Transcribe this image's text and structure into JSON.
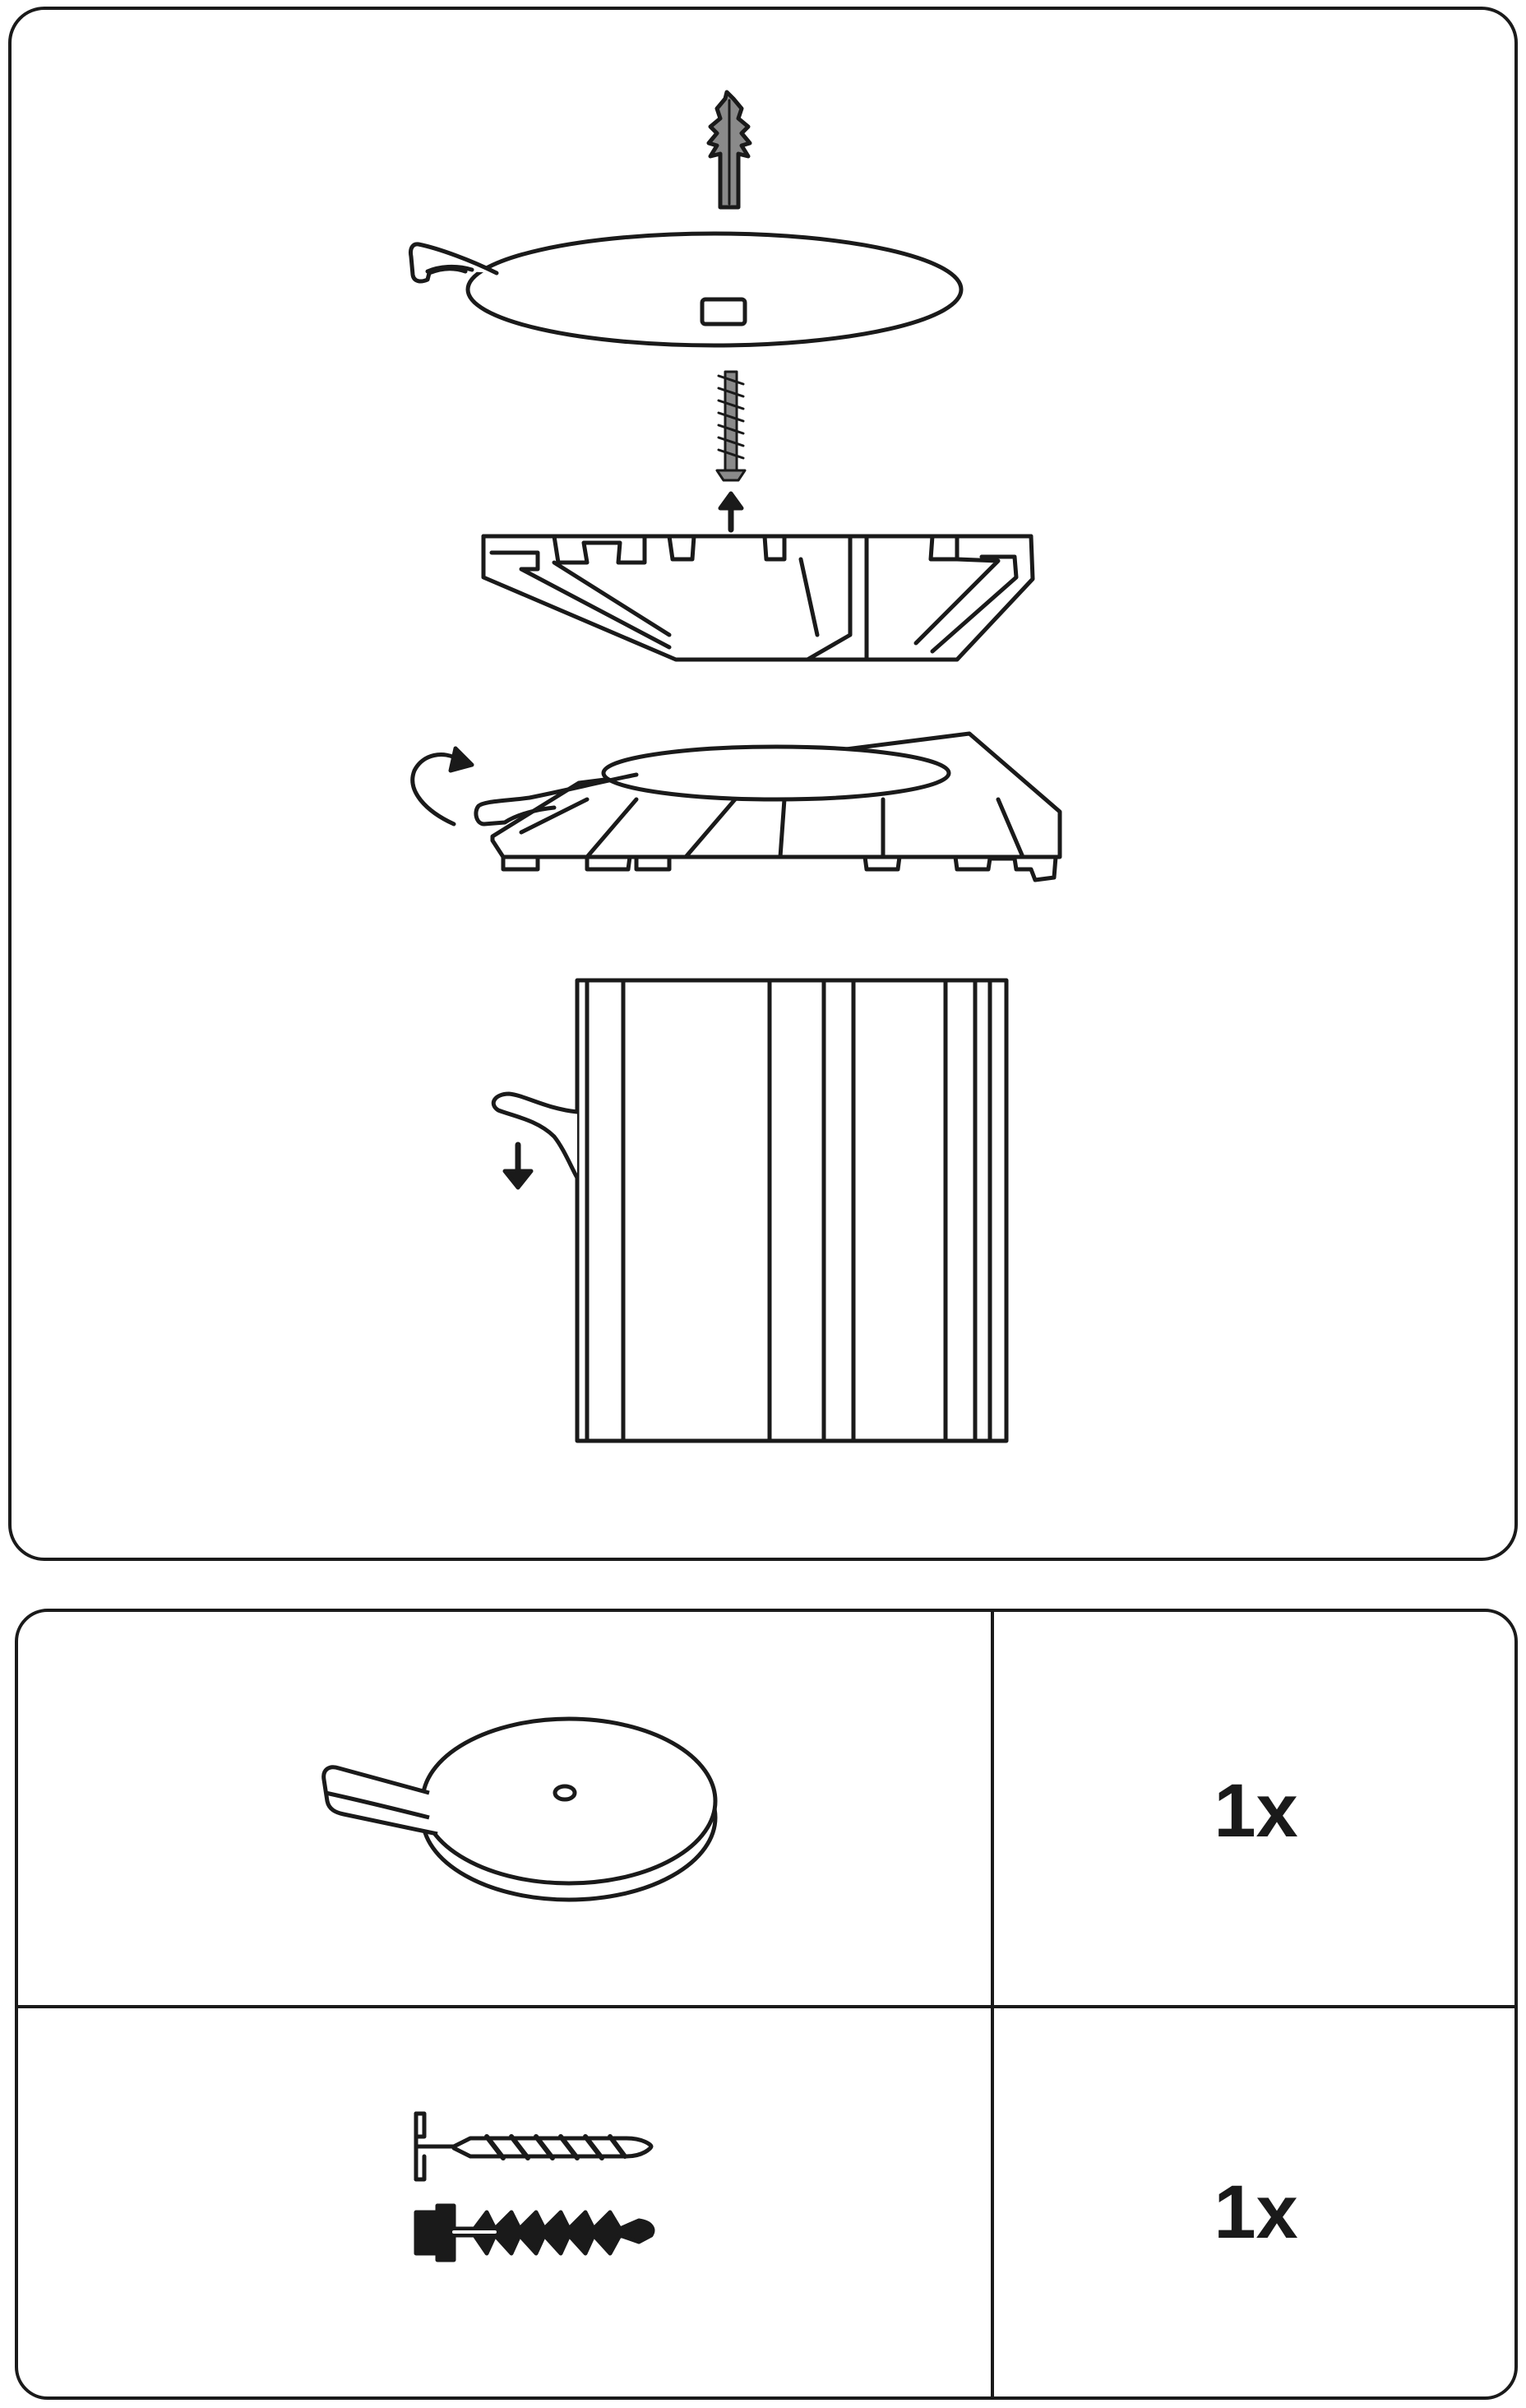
{
  "instructions": {
    "steps": [
      {
        "name": "mount-plate-with-wall-plug",
        "icon": "wall-plug-icon"
      },
      {
        "name": "screw-through-track",
        "icon": "screw-icon"
      },
      {
        "name": "rotate-plate-into-track",
        "icon": "rotate-arrow-icon"
      },
      {
        "name": "attach-panel-to-track",
        "icon": "down-arrow-icon"
      }
    ]
  },
  "parts": {
    "rows": [
      {
        "part": "mounting-plate",
        "quantity": "1x"
      },
      {
        "part": "screw-and-wall-plug",
        "quantity": "1x"
      }
    ]
  }
}
